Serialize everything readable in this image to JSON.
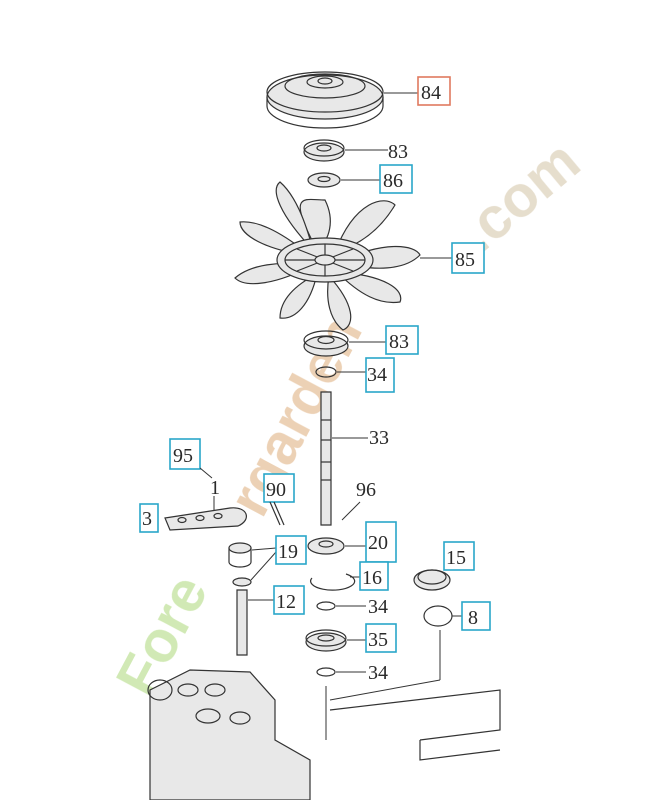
{
  "labels": {
    "p84": "84",
    "p83a": "83",
    "p86": "86",
    "p85": "85",
    "p83b": "83",
    "p34a": "34",
    "p33": "33",
    "p95": "95",
    "p1": "1",
    "p90": "90",
    "p96": "96",
    "p3": "3",
    "p19": "19",
    "p20": "20",
    "p15": "15",
    "p16": "16",
    "p12": "12",
    "p34b": "34",
    "p8": "8",
    "p35": "35",
    "p34c": "34"
  },
  "watermark": {
    "text_fore": "Fore",
    "text_garden": "rgarden",
    "text_com": ".com",
    "color_green": "#c9e6a8",
    "color_tan": "#e2d8c4"
  },
  "box_colors": {
    "highlight": "#e07a5f",
    "normal": "#2aa7c9"
  }
}
